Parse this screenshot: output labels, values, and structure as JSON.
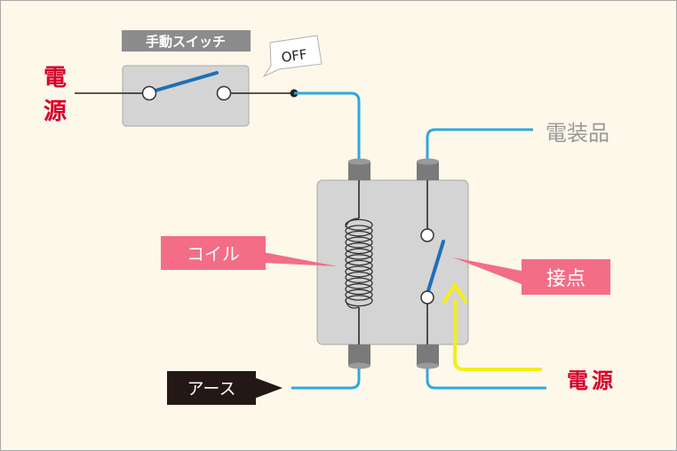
{
  "labels": {
    "manual_switch": "手動スイッチ",
    "switch_state": "OFF",
    "power_source_top": "電源",
    "electrical_device": "電装品",
    "coil": "コイル",
    "contact": "接点",
    "ground": "アース",
    "power_source_bottom": "電源"
  },
  "colors": {
    "background": "#fdf8ea",
    "wire": "#2ea9dc",
    "switch_lever": "#1f6fb7",
    "relay_body": "#d4d4d4",
    "terminal": "#7a7a7a",
    "power_label": "#d6002a",
    "label_gray": "#9a9a9a",
    "callout_pink": "#f46d86",
    "callout_dark": "#231815",
    "current_arrow": "#f5ee16"
  },
  "icons": {
    "switch_state_bubble": "speech-bubble",
    "current_flow": "up-arrow"
  }
}
